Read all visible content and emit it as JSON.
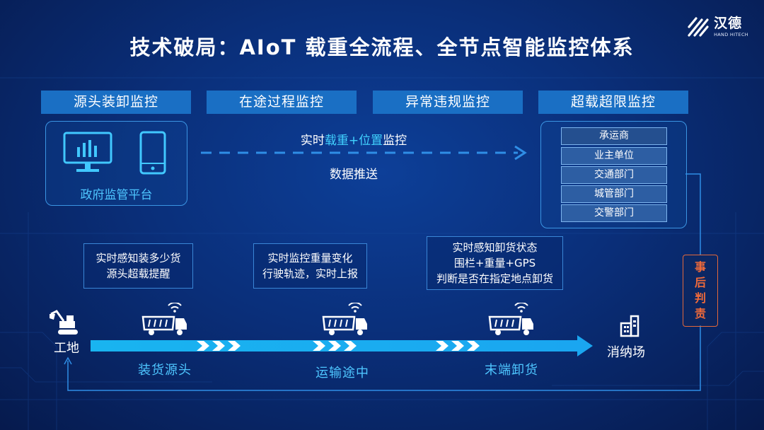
{
  "title": "技术破局：AIoT 载重全流程、全节点智能监控体系",
  "logo": {
    "cn": "汉德",
    "en": "HAND HITECH"
  },
  "stages": [
    "源头装卸监控",
    "在途过程监控",
    "异常违规监控",
    "超载超限监控"
  ],
  "gov_platform": {
    "label": "政府监管平台",
    "icons": [
      "monitor-icon",
      "tablet-icon"
    ]
  },
  "data_flow": {
    "prefix": "实时",
    "highlight": "载重+位置",
    "suffix": "监控",
    "push": "数据推送"
  },
  "departments": [
    "承运商",
    "业主单位",
    "交通部门",
    "城管部门",
    "交警部门"
  ],
  "after": {
    "chars": [
      "事",
      "后",
      "判",
      "责"
    ]
  },
  "notes": {
    "source": [
      "实时感知装多少货",
      "源头超载提醒"
    ],
    "transit": [
      "实时监控重量变化",
      "行驶轨迹，实时上报"
    ],
    "unload": [
      "实时感知卸货状态",
      "围栏+重量+GPS",
      "判断是否在指定地点卸货"
    ]
  },
  "places": {
    "start": "工地",
    "end": "消纳场"
  },
  "stage_labels": [
    "装货源头",
    "运输途中",
    "末端卸货"
  ],
  "colors": {
    "accent": "#1a6fc4",
    "highlight": "#41d2ff",
    "alert": "#f06a3a"
  }
}
